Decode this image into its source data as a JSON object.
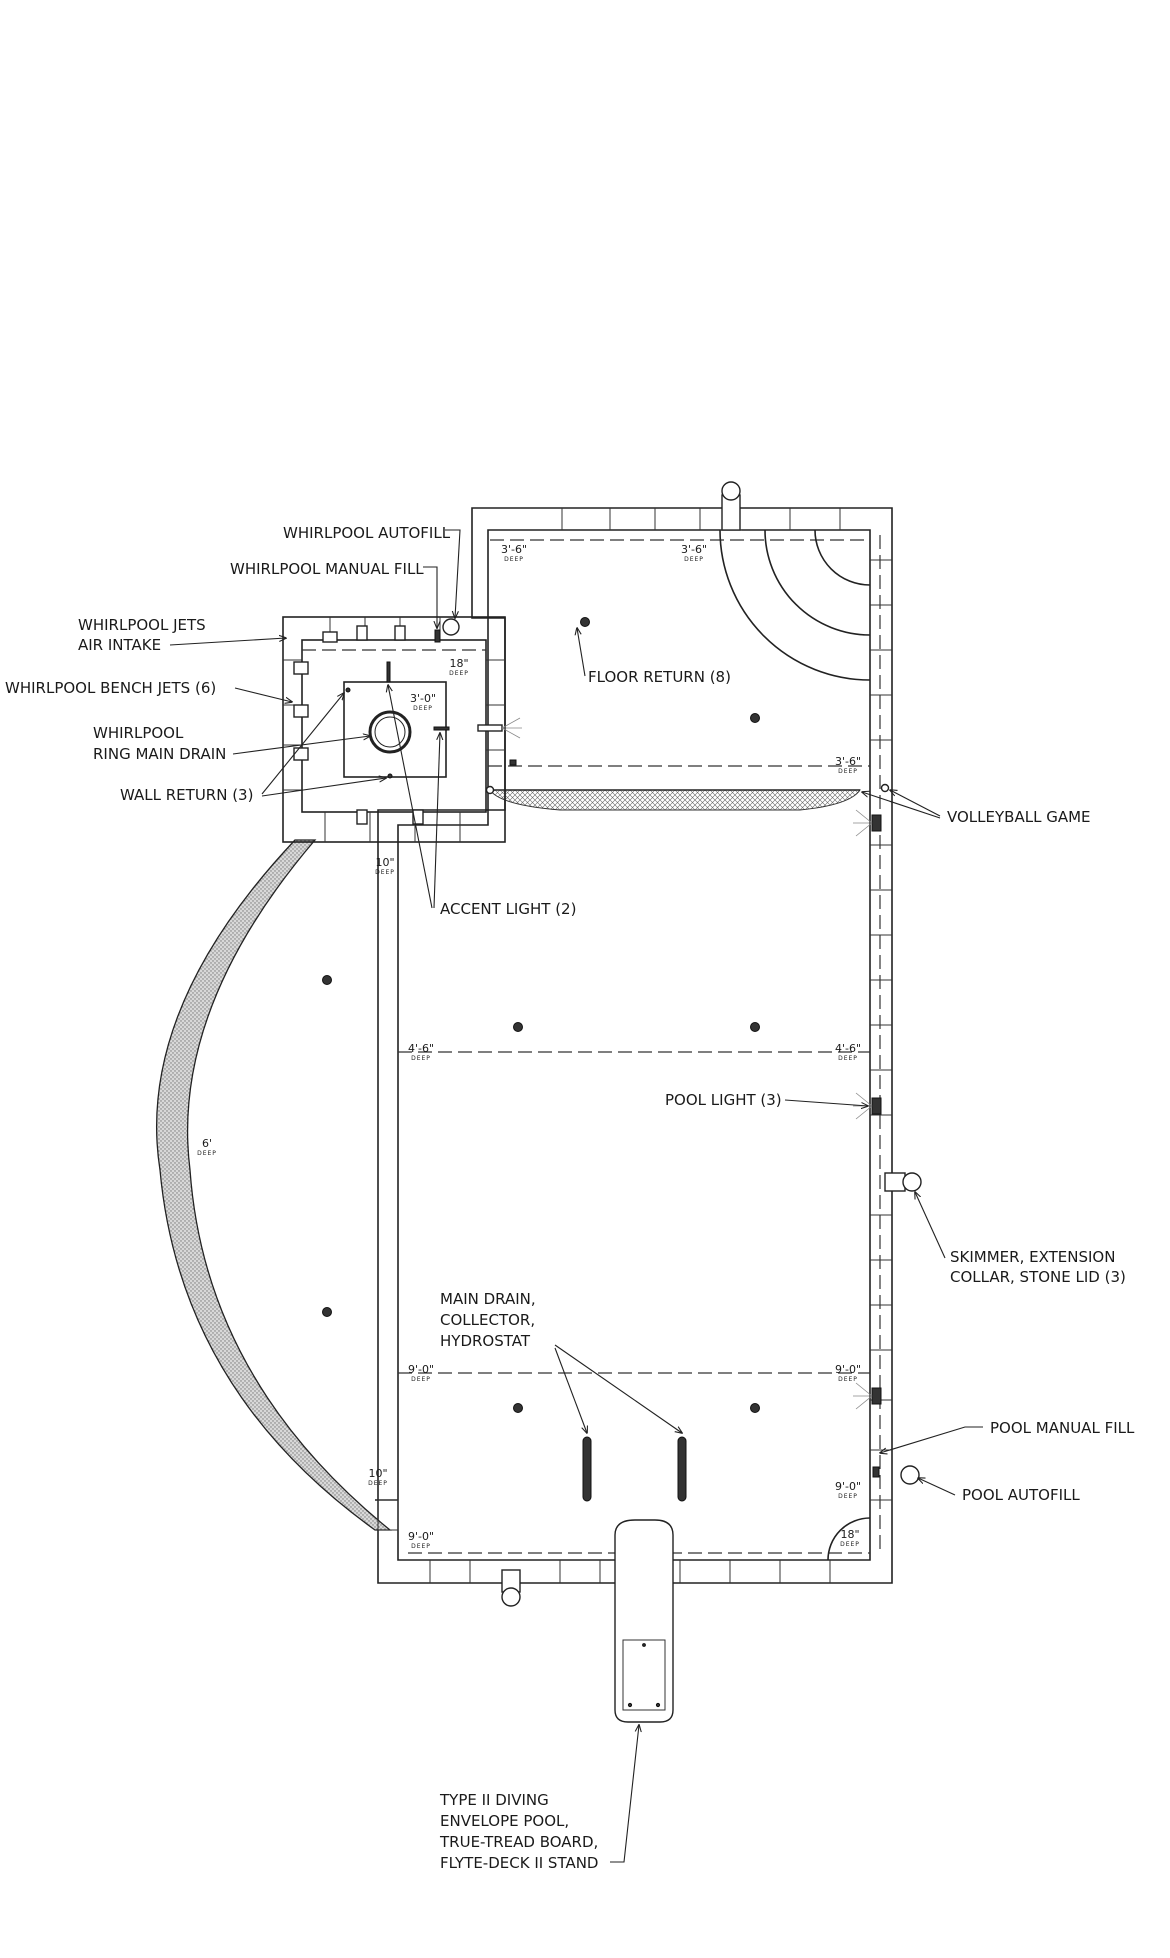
{
  "labels": {
    "whirlpool_autofill": "WHIRLPOOL AUTOFILL",
    "whirlpool_manual_fill": "WHIRLPOOL MANUAL FILL",
    "whirlpool_jets_air_intake_1": "WHIRLPOOL JETS",
    "whirlpool_jets_air_intake_2": "AIR INTAKE",
    "whirlpool_bench_jets": "WHIRLPOOL BENCH JETS (6)",
    "whirlpool_ring_main_drain_1": "WHIRLPOOL",
    "whirlpool_ring_main_drain_2": "RING MAIN DRAIN",
    "wall_return": "WALL RETURN (3)",
    "floor_return": "FLOOR RETURN (8)",
    "volleyball_game": "VOLLEYBALL GAME",
    "accent_light": "ACCENT LIGHT (2)",
    "pool_light": "POOL LIGHT (3)",
    "skimmer_1": "SKIMMER, EXTENSION",
    "skimmer_2": "COLLAR, STONE LID (3)",
    "main_drain_1": "MAIN DRAIN,",
    "main_drain_2": "COLLECTOR,",
    "main_drain_3": "HYDROSTAT",
    "pool_manual_fill": "POOL MANUAL FILL",
    "pool_autofill": "POOL AUTOFILL",
    "diving_1": "TYPE II DIVING",
    "diving_2": "ENVELOPE POOL,",
    "diving_3": "TRUE-TREAD BOARD,",
    "diving_4": "FLYTE-DECK II STAND"
  },
  "depths": {
    "deep_word": "DEEP",
    "shallow_left": "3'-6\"",
    "shallow_center": "3'-6\"",
    "shallow_right_mid": "3'-6\"",
    "whirlpool_bench": "18\"",
    "whirlpool_center": "3'-0\"",
    "bench_left_top": "10\"",
    "midline_left": "4'-6\"",
    "midline_right": "4'-6\"",
    "curve_left": "6'",
    "deep_left": "9'-0\"",
    "deep_right": "9'-0\"",
    "bench_left_bottom": "10\"",
    "deep_right_bottom": "9'-0\"",
    "corner_left_bottom": "9'-0\"",
    "steps_right_bottom": "18\""
  },
  "colors": {
    "line": "#222222",
    "hatch": "#9a9a9a",
    "background": "#ffffff"
  }
}
